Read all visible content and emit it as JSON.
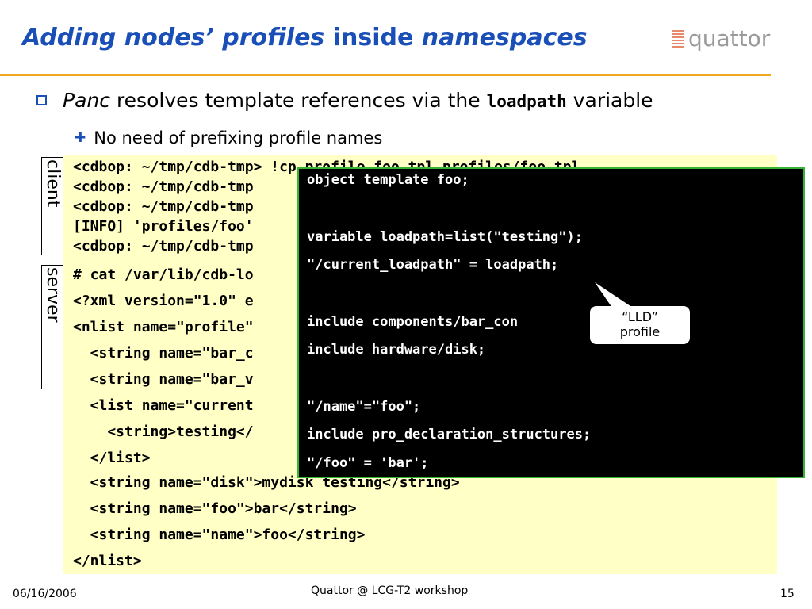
{
  "title": {
    "part1": "Adding nodes’ profiles",
    "part2": " inside ",
    "part3": "namespaces"
  },
  "logo": {
    "text": "quattor",
    "icon": "quattor-logo-icon"
  },
  "bullets": {
    "main": {
      "italic": "Panc",
      "text1": " resolves template references via the ",
      "code": "loadpath",
      "text2": " variable"
    },
    "sub": "No need of prefixing profile names"
  },
  "labels": {
    "client": "client",
    "server": "server"
  },
  "client_lines": [
    "<cdbop: ~/tmp/cdb-tmp> !cp profile_foo.tpl profiles/foo.tpl",
    "<cdbop: ~/tmp/cdb-tmp",
    "<cdbop: ~/tmp/cdb-tmp",
    "[INFO] 'profiles/foo'",
    "<cdbop: ~/tmp/cdb-tmp"
  ],
  "server_lines": [
    "# cat /var/lib/cdb-lo",
    "<?xml version=\"1.0\" e",
    "<nlist name=\"profile\"",
    "  <string name=\"bar_c",
    "  <string name=\"bar_v",
    "  <list name=\"current",
    "    <string>testing</",
    "  </list>",
    "  <string name=\"disk\">mydisk testing</string>",
    "  <string name=\"foo\">bar</string>",
    "  <string name=\"name\">foo</string>",
    "</nlist>"
  ],
  "template_lines": [
    "object template foo;",
    "",
    "variable loadpath=list(\"testing\");",
    "\"/current_loadpath\" = loadpath;",
    "",
    "include components/bar_con",
    "include hardware/disk;",
    "",
    "\"/name\"=\"foo\";",
    "include pro_declaration_structures;",
    "\"/foo\" = 'bar';"
  ],
  "callout": {
    "line1": "“LLD”",
    "line2": "profile"
  },
  "footer": {
    "date": "06/16/2006",
    "center": "Quattor @ LCG-T2 workshop",
    "page": "15"
  },
  "colors": {
    "title": "#1a4fb8",
    "accent_rule": "#f0a81c",
    "code_bg": "#ffffc6",
    "box_border": "#33b533"
  }
}
